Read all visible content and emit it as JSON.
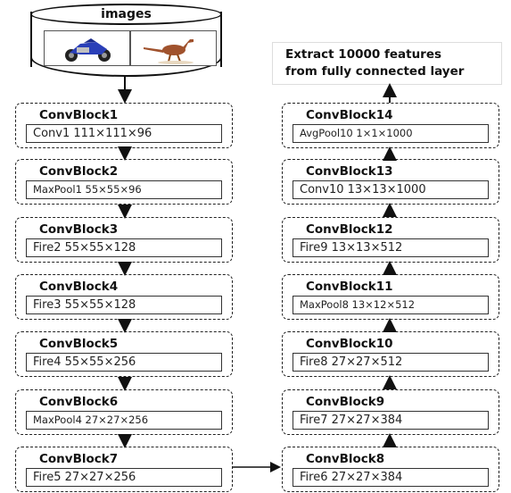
{
  "images": {
    "label": "images",
    "items": [
      "motorcycle-image",
      "dinosaur-image"
    ]
  },
  "left_column": [
    {
      "title": "ConvBlock1",
      "layer": "Conv1  111×111×96"
    },
    {
      "title": "ConvBlock2",
      "layer": "MaxPool1 55×55×96"
    },
    {
      "title": "ConvBlock3",
      "layer": "Fire2  55×55×128"
    },
    {
      "title": "ConvBlock4",
      "layer": "Fire3  55×55×128"
    },
    {
      "title": "ConvBlock5",
      "layer": "Fire4  55×55×256"
    },
    {
      "title": "ConvBlock6",
      "layer": "MaxPool4 27×27×256"
    },
    {
      "title": "ConvBlock7",
      "layer": "Fire5 27×27×256"
    }
  ],
  "right_column": [
    {
      "title": "ConvBlock14",
      "layer": "AvgPool10 1×1×1000"
    },
    {
      "title": "ConvBlock13",
      "layer": "Conv10  13×13×1000"
    },
    {
      "title": "ConvBlock12",
      "layer": "Fire9  13×13×512"
    },
    {
      "title": "ConvBlock11",
      "layer": "MaxPool8 13×12×512"
    },
    {
      "title": "ConvBlock10",
      "layer": "Fire8  27×27×512"
    },
    {
      "title": "ConvBlock9",
      "layer": "Fire7  27×27×384"
    },
    {
      "title": "ConvBlock8",
      "layer": "Fire6  27×27×384"
    }
  ],
  "features": {
    "line1": "Extract 10000 features",
    "line2": "from fully connected layer"
  },
  "colors": {
    "stroke": "#222222",
    "motorcycle": "#2a3fb8",
    "dinosaur": "#a0522d"
  }
}
